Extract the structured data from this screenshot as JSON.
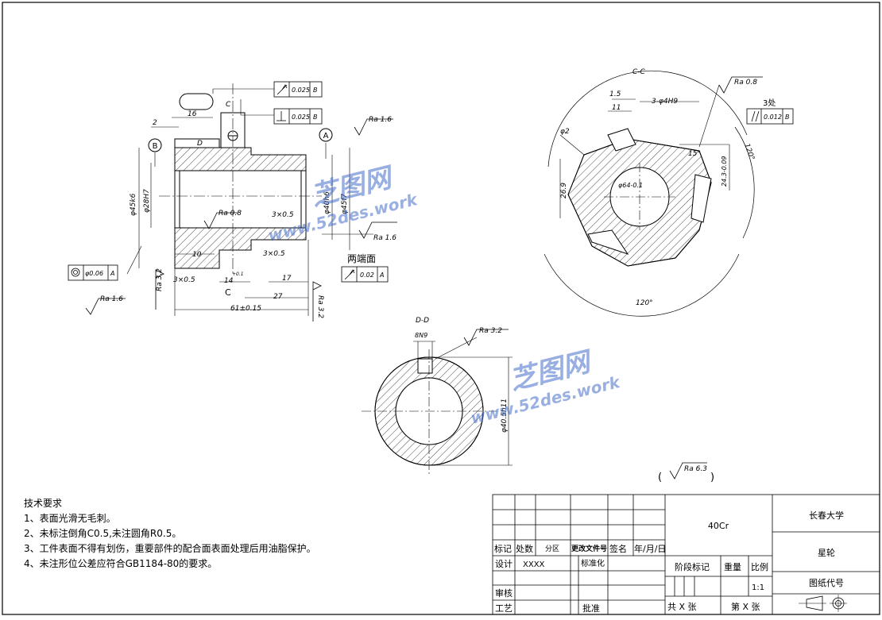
{
  "drawing": {
    "section_cc_label": "C-C",
    "section_dd_label": "D-D",
    "view_c_label": "C",
    "dims": {
      "d16": "16",
      "d2": "2",
      "dD": "D",
      "dC": "C",
      "d10": "10",
      "d3x05": "3×0.5",
      "d14": "14",
      "d14tol": "+0.1",
      "d17": "17",
      "d27": "27",
      "d61": "61±0.15",
      "d3x05b": "3×0.5",
      "d3x05c": "3×0.5",
      "dia45": "φ45k6",
      "dia28": "φ28H7",
      "dia40": "φ40h6",
      "dia45b": "φ45f7",
      "d15": "1.5",
      "d11": "11",
      "holes": "3-φ4H9",
      "phi2": "φ2",
      "d269": "26.9",
      "d243": "24.3-0.09",
      "phi64": "φ64-0.1",
      "ang15": "15°",
      "ang120a": "120°",
      "ang120b": "120°",
      "bn9": "8N9",
      "dia405": "φ40.5h11"
    },
    "rough": {
      "r1": "Ra 1.6",
      "r2": "Ra 0.8",
      "r3": "Ra 1.6",
      "r4": "Ra 3.2",
      "r5": "Ra 1.6",
      "r6": "Ra 3.2",
      "r7": "Ra 0.8",
      "r8": "Ra 3.2",
      "r9": "Ra 6.3"
    },
    "tol": {
      "t1": "0.025",
      "t1ref": "B",
      "t2": "0.025",
      "t2ref": "B",
      "t3": "φ0.06",
      "t3ref": "A",
      "t4": "0.02",
      "t4ref": "A",
      "t5": "0.012",
      "t5ref": "B"
    },
    "datum_a": "A",
    "datum_b": "B",
    "both_ends": "两端面",
    "three_places": "3处",
    "general_rough_open": "(",
    "general_rough_close": ")"
  },
  "notes": {
    "title": "技术要求",
    "items": [
      "1、表面光滑无毛刺。",
      "2、未标注倒角C0.5,未注圆角R0.5。",
      "3、工件表面不得有划伤，重要部件的配合面表面处理后用油脂保护。",
      "4、未注形位公差应符合GB1184-80的要求。"
    ]
  },
  "title_block": {
    "material": "40Cr",
    "school": "长春大学",
    "part_name": "星轮",
    "drawing_no_label": "图纸代号",
    "mark": "标记",
    "count": "处数",
    "zone": "分区",
    "change_doc": "更改文件号",
    "sign": "签名",
    "date": "年/月/日",
    "design": "设计",
    "designer": "XXXX",
    "standard": "标准化",
    "check": "审核",
    "process": "工艺",
    "approve": "批准",
    "stage_mark": "阶段标记",
    "weight": "重量",
    "scale": "比例",
    "scale_value": "1:1",
    "total_sheets": "共 X 张",
    "sheet_no": "第 X 张"
  },
  "watermark": {
    "brand": "芝图网",
    "url": "www.52des.work"
  }
}
